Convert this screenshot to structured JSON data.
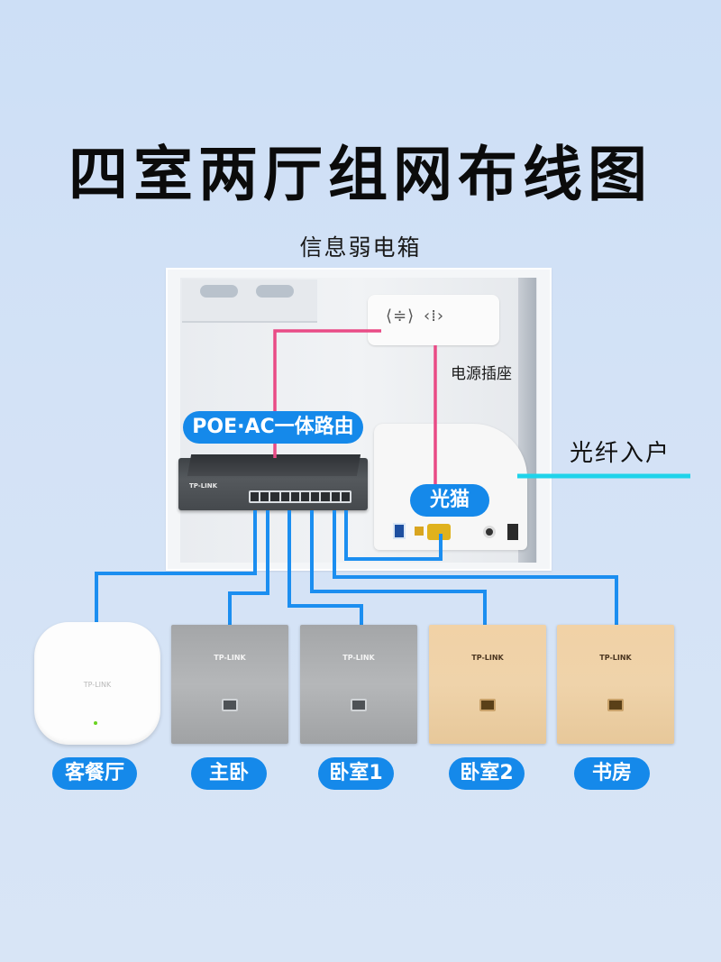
{
  "title": "四室两厅组网布线图",
  "cabinet": {
    "label": "信息弱电箱",
    "socket_label": "电源插座",
    "socket_icons": [
      "three-pin-socket",
      "two-pin-socket"
    ]
  },
  "router": {
    "label": "POE·AC一体路由",
    "brand": "TP-LINK",
    "port_count": 10
  },
  "modem": {
    "label": "光猫"
  },
  "fiber": {
    "label": "光纤入户"
  },
  "devices": [
    {
      "id": "ap",
      "type": "ceiling-ap",
      "brand": "TP-LINK",
      "room": "客餐厅"
    },
    {
      "id": "panel-1",
      "type": "wall-panel-ap",
      "finish": "silver",
      "brand": "TP-LINK",
      "room": "主卧"
    },
    {
      "id": "panel-2",
      "type": "wall-panel-ap",
      "finish": "silver",
      "brand": "TP-LINK",
      "room": "卧室1"
    },
    {
      "id": "panel-3",
      "type": "wall-panel-ap",
      "finish": "gold",
      "brand": "TP-LINK",
      "room": "卧室2"
    },
    {
      "id": "panel-4",
      "type": "wall-panel-ap",
      "finish": "gold",
      "brand": "TP-LINK",
      "room": "书房"
    }
  ],
  "colors": {
    "background": "#cfe0f6",
    "pill_blue": "#1589ea",
    "ethernet_line": "#1b8ef0",
    "power_line": "#e94b86",
    "fiber_line": "#1fd3ea"
  }
}
